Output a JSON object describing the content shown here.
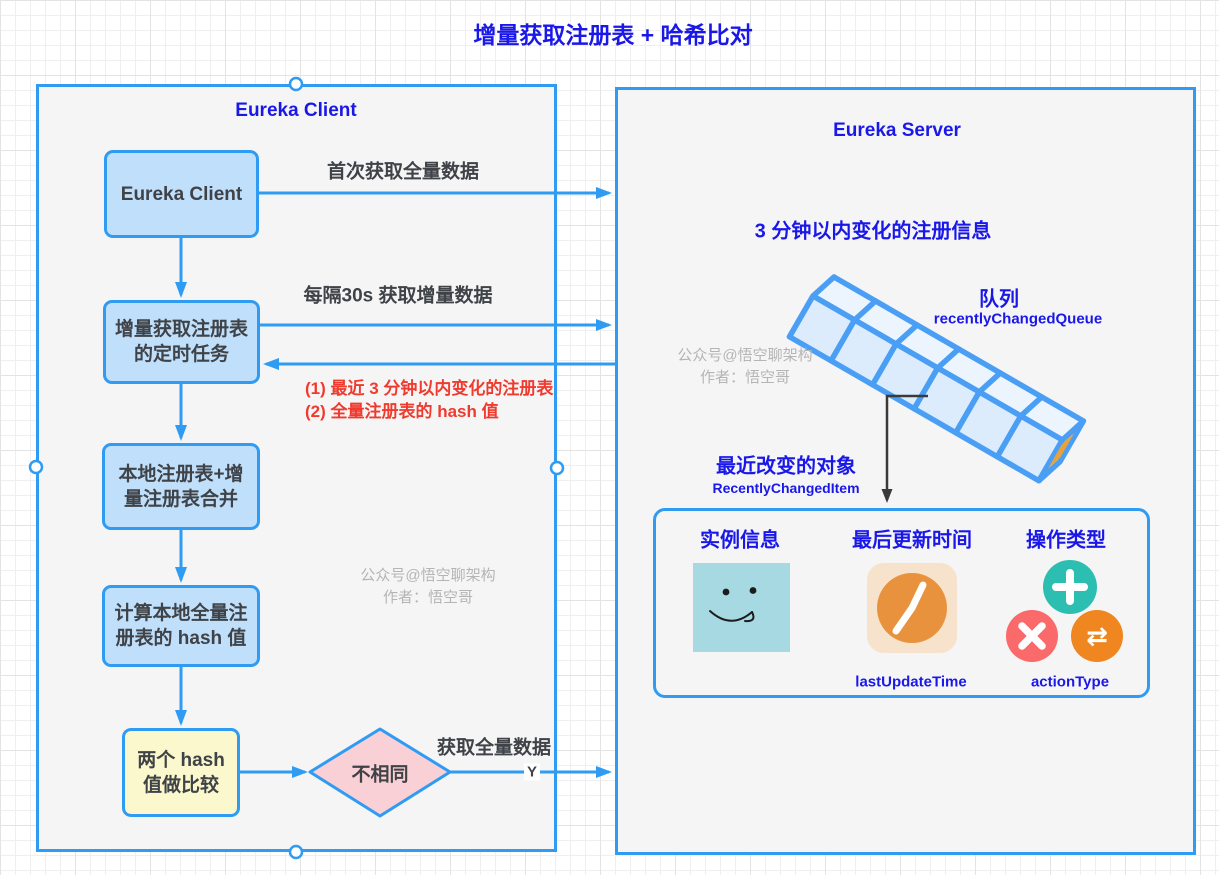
{
  "page": {
    "title": "增量获取注册表 + 哈希比对"
  },
  "watermark": {
    "line1": "公众号@悟空聊架构",
    "line2": "作者：悟空哥"
  },
  "client": {
    "title": "Eureka Client",
    "nodes": {
      "client_box": "Eureka Client",
      "task_box": "增量获取注册表\n的定时任务",
      "merge_box": "本地注册表+增\n量注册表合并",
      "hash_box": "计算本地全量注\n册表的 hash 值",
      "compare_box": "两个 hash\n值做比较",
      "diamond": "不相同"
    }
  },
  "server": {
    "title": "Eureka Server",
    "heading": "3 分钟以内变化的注册信息",
    "queue": {
      "label": "队列",
      "name": "recentlyChangedQueue"
    },
    "changed_item": {
      "label": "最近改变的对象",
      "name": "RecentlyChangedItem"
    },
    "panel": {
      "instance_label": "实例信息",
      "last_update_label": "最后更新时间",
      "action_label": "操作类型",
      "last_update_name": "lastUpdateTime",
      "action_name": "actionType"
    }
  },
  "edges": {
    "first_full_fetch": "首次获取全量数据",
    "delta_fetch": "每隔30s 获取增量数据",
    "server_response": "(1) 最近 3 分钟以内变化的注册表\n(2) 全量注册表的 hash 值",
    "full_fetch": "获取全量数据",
    "yes_label": "Y"
  },
  "colors": {
    "accent_blue": "#2f9bf2",
    "heading_blue": "#1a18e8",
    "note_red": "#f03a2e",
    "node_fill": "#bfdffb",
    "compare_fill": "#faf8cc",
    "diamond_fill": "#f9d0d6",
    "queue_end_orange": "#e6a23c",
    "instance_teal": "#a7d9e2",
    "clock_orange": "#e9923e",
    "add_teal": "#2cbfb1",
    "delete_red": "#fa6a6a",
    "modify_orange": "#ef861f"
  }
}
